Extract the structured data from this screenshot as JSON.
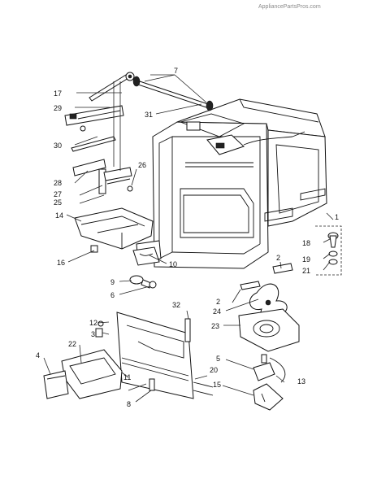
{
  "watermark": "AppliancePartsPros.com",
  "callouts": {
    "c1": "1",
    "c2a": "2",
    "c2b": "2",
    "c3": "3",
    "c4": "4",
    "c5": "5",
    "c6": "6",
    "c7": "7",
    "c8": "8",
    "c9": "9",
    "c10": "10",
    "c11": "11",
    "c12": "12",
    "c13": "13",
    "c14": "14",
    "c15": "15",
    "c16": "16",
    "c17": "17",
    "c18": "18",
    "c19": "19",
    "c20": "20",
    "c21": "21",
    "c22": "22",
    "c23": "23",
    "c24": "24",
    "c25": "25",
    "c26": "26",
    "c27": "27",
    "c28": "28",
    "c29": "29",
    "c30": "30",
    "c31": "31",
    "c32": "32"
  }
}
